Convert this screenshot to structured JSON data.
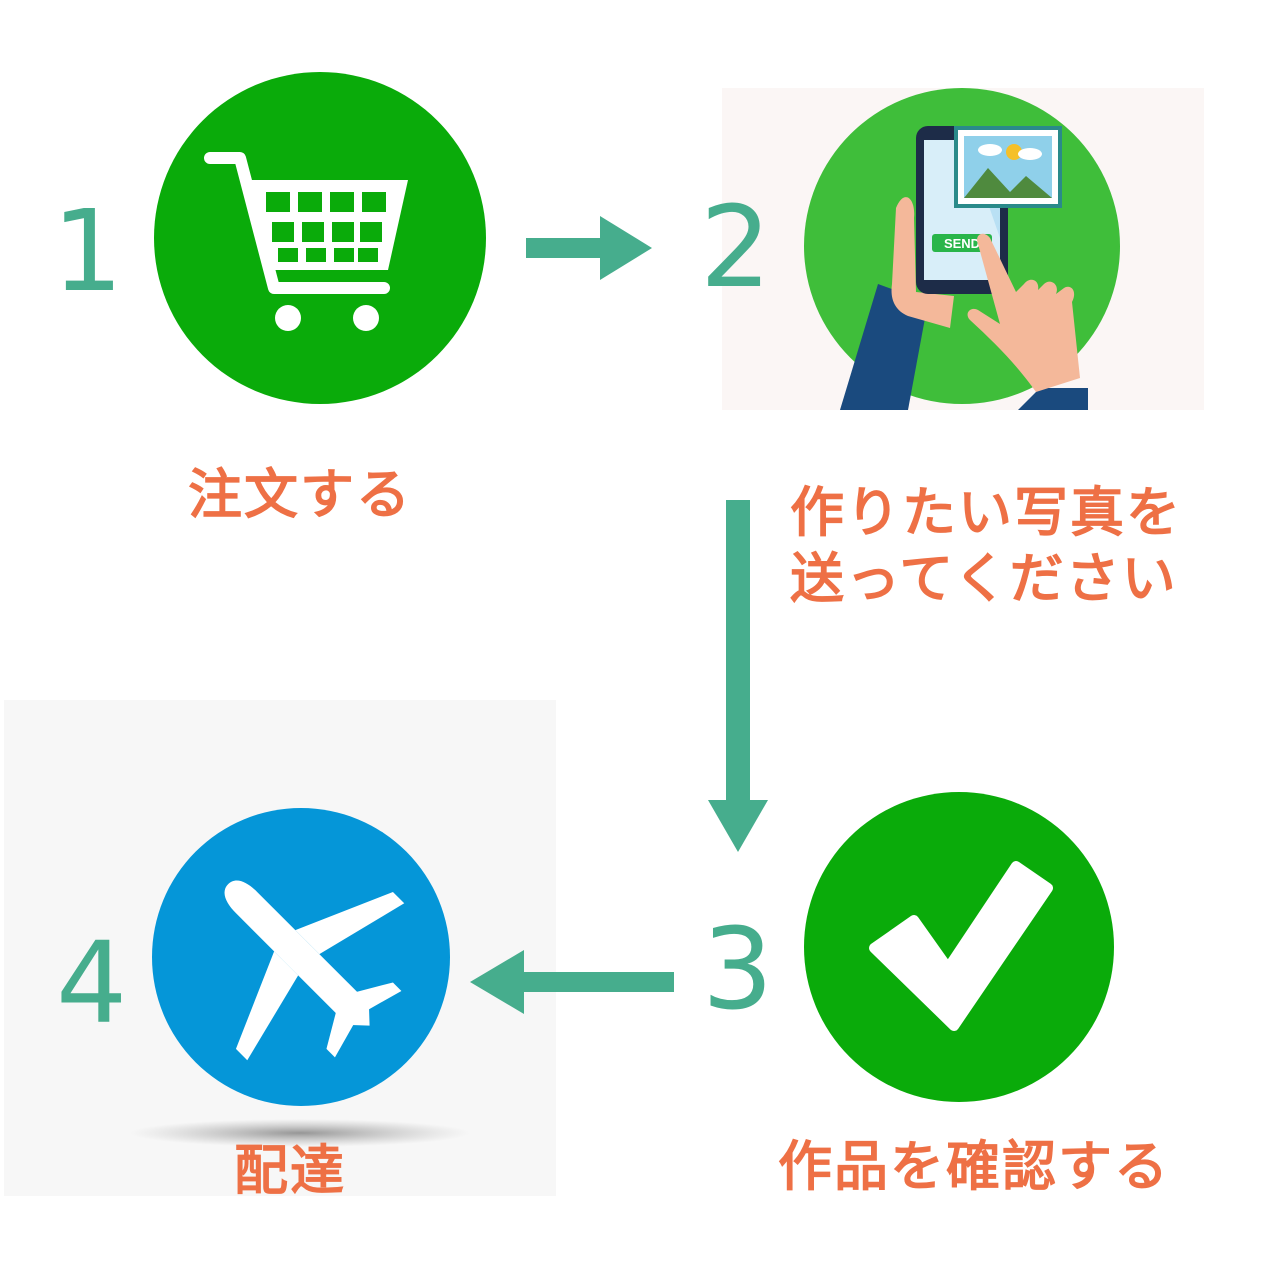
{
  "steps": [
    {
      "number": "1",
      "label": "注文する",
      "icon": "shopping-cart-icon"
    },
    {
      "number": "2",
      "label_line1": "作りたい写真を",
      "label_line2": "送ってください",
      "icon": "phone-send-photo-icon",
      "button_text": "SEND"
    },
    {
      "number": "3",
      "label": "作品を確認する",
      "icon": "checkmark-icon"
    },
    {
      "number": "4",
      "label": "配達",
      "icon": "airplane-icon"
    }
  ],
  "colors": {
    "green": "#0aab0a",
    "green_light": "#3fbe3a",
    "blue": "#0596d8",
    "teal": "#46ad8d",
    "orange": "#ee7045"
  }
}
